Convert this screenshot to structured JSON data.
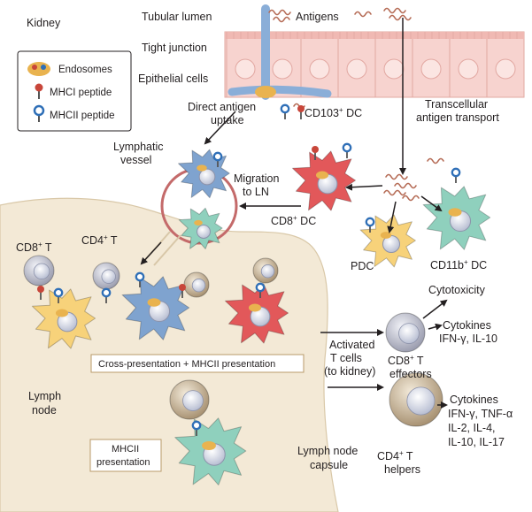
{
  "organ_label": "Kidney",
  "legend": {
    "endosomes": "Endosomes",
    "mhc1_peptide": "MHCI peptide",
    "mhc2_peptide": "MHCII peptide"
  },
  "tubule": {
    "tubular_lumen": "Tubular lumen",
    "antigens": "Antigens",
    "tight_junction": "Tight junction",
    "epithelial_cells": "Epithelial cells",
    "direct_uptake_line1": "Direct antigen",
    "direct_uptake_line2": "uptake",
    "cd103_dc_pre": "CD103",
    "cd103_dc_sup": "+",
    "cd103_dc_post": " DC",
    "transcellular_line1": "Transcellular",
    "transcellular_line2": "antigen transport"
  },
  "migration": {
    "lymphatic_line1": "Lymphatic",
    "lymphatic_line2": "vessel",
    "migration_line1": "Migration",
    "migration_line2": "to LN",
    "cd8_dc_pre": "CD8",
    "cd8_dc_sup": "+",
    "cd8_dc_post": " DC",
    "pdc": "PDC",
    "cd11b_dc_pre": "CD11b",
    "cd11b_dc_sup": "+",
    "cd11b_dc_post": " DC"
  },
  "lymph_node": {
    "cd8_t_pre": "CD8",
    "cd8_t_sup": "+",
    "cd8_t_post": " T",
    "cd4_t_pre": "CD4",
    "cd4_t_sup": "+",
    "cd4_t_post": " T",
    "cross_presentation": "Cross-presentation + MHCII presentation",
    "lymph_line1": "Lymph",
    "lymph_line2": "node",
    "mhc2_line1": "MHCII",
    "mhc2_line2": "presentation",
    "capsule_line1": "Lymph node",
    "capsule_line2": "capsule"
  },
  "activation": {
    "activated_line1": "Activated",
    "activated_line2": "T cells",
    "activated_line3": "(to kidney)"
  },
  "effectors": {
    "cytotoxicity": "Cytotoxicity",
    "cd8_cytokines_title": "Cytokines",
    "cd8_cytokines_list": "IFN-γ, IL-10",
    "cd8_effector_pre": "CD8",
    "cd8_effector_sup": "+",
    "cd8_effector_post": " T",
    "cd8_effector_line2": "effectors",
    "cd4_cytokines_title": "Cytokines",
    "cd4_cytokines_line1": "IFN-γ, TNF-α",
    "cd4_cytokines_line2": "IL-2, IL-4,",
    "cd4_cytokines_line3": "IL-10, IL-17",
    "cd4_helper_pre": "CD4",
    "cd4_helper_sup": "+",
    "cd4_helper_post": " T",
    "cd4_helper_line2": "helpers"
  },
  "colors": {
    "epithelium": "#f7d3cf",
    "lymph_node": "#f3e9d6",
    "blue_dc": "#7fa3cf",
    "red_dc": "#e2585a",
    "green_dc": "#8fd0bd",
    "yellow_dc": "#f7d27a",
    "t_cell": "#c9cad6",
    "helper_cell": "#c8b69a",
    "mhc1": "#c8463a",
    "mhc2": "#2f6fb7"
  }
}
